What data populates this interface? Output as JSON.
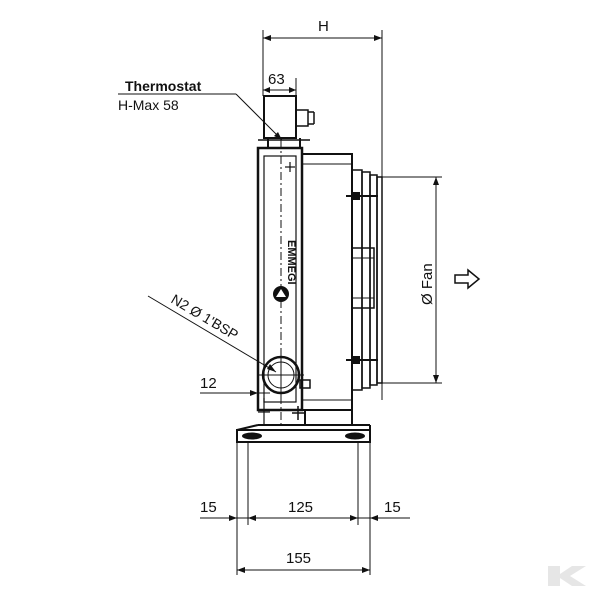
{
  "labels": {
    "dim_h": "H",
    "dim_63": "63",
    "thermostat": "Thermostat",
    "hmax": "H-Max 58",
    "connection": "N2 Ø 1'BSP",
    "fan": "Ø Fan",
    "dim_12": "12",
    "dim_15_left": "15",
    "dim_125": "125",
    "dim_15_right": "15",
    "dim_155": "155",
    "brand": "EMMEGI"
  },
  "icons": {
    "airflow": "airflow-arrow-icon",
    "logo": "emmegi-logo-icon",
    "watermark": "kramp-watermark-icon"
  },
  "colors": {
    "line": "#111111",
    "watermark": "#e6e6e6"
  }
}
